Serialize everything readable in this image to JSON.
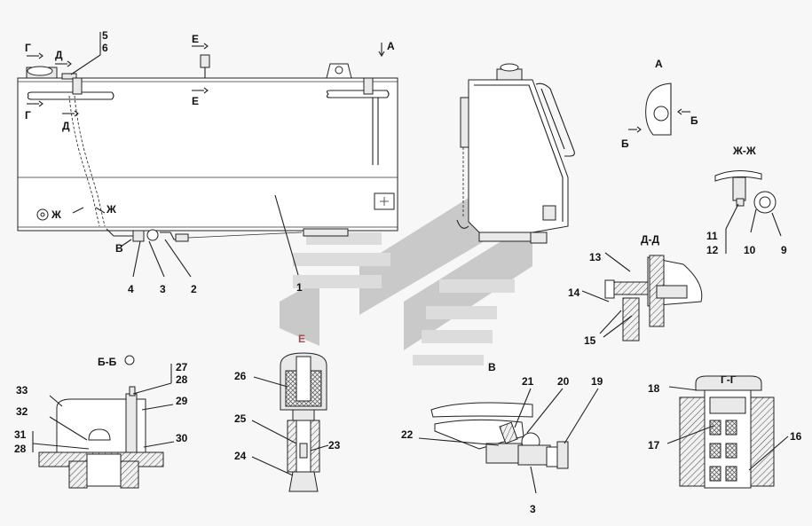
{
  "labels": {
    "main": {
      "g_top": "Г",
      "d_top": "Д",
      "n5": "5",
      "n6": "6",
      "e_top": "Е",
      "a_view": "А",
      "g_bot": "Г",
      "d_bot": "Д",
      "e_bot": "Е",
      "zh_left": "Ж",
      "zh_right": "Ж",
      "v_view": "В",
      "n4": "4",
      "n3": "3",
      "n2": "2",
      "n1": "1"
    },
    "view_a": {
      "title": "А",
      "b_right": "Б",
      "b_left": "Б"
    },
    "zh_zh": {
      "title": "Ж-Ж",
      "n11": "11",
      "n12": "12",
      "n10": "10",
      "n9": "9"
    },
    "d_d": {
      "title": "Д-Д",
      "n13": "13",
      "n14": "14",
      "n15": "15"
    },
    "e_section": {
      "title": "Е",
      "n26": "26",
      "n25": "25",
      "n23": "23",
      "n24": "24"
    },
    "b_b": {
      "title": "Б-Б",
      "n27": "27",
      "n28a": "28",
      "n33": "33",
      "n29": "29",
      "n32": "32",
      "n31": "31",
      "n28b": "28",
      "n30": "30"
    },
    "v_section": {
      "title": "В",
      "n21": "21",
      "n20": "20",
      "n19": "19",
      "n22": "22",
      "n3": "3"
    },
    "g_g": {
      "title": "Г-Г",
      "n18": "18",
      "n17": "17",
      "n16": "16"
    }
  },
  "colors": {
    "line": "#222222",
    "watermark": "#c9c9c9",
    "e_title": "#b04848"
  }
}
